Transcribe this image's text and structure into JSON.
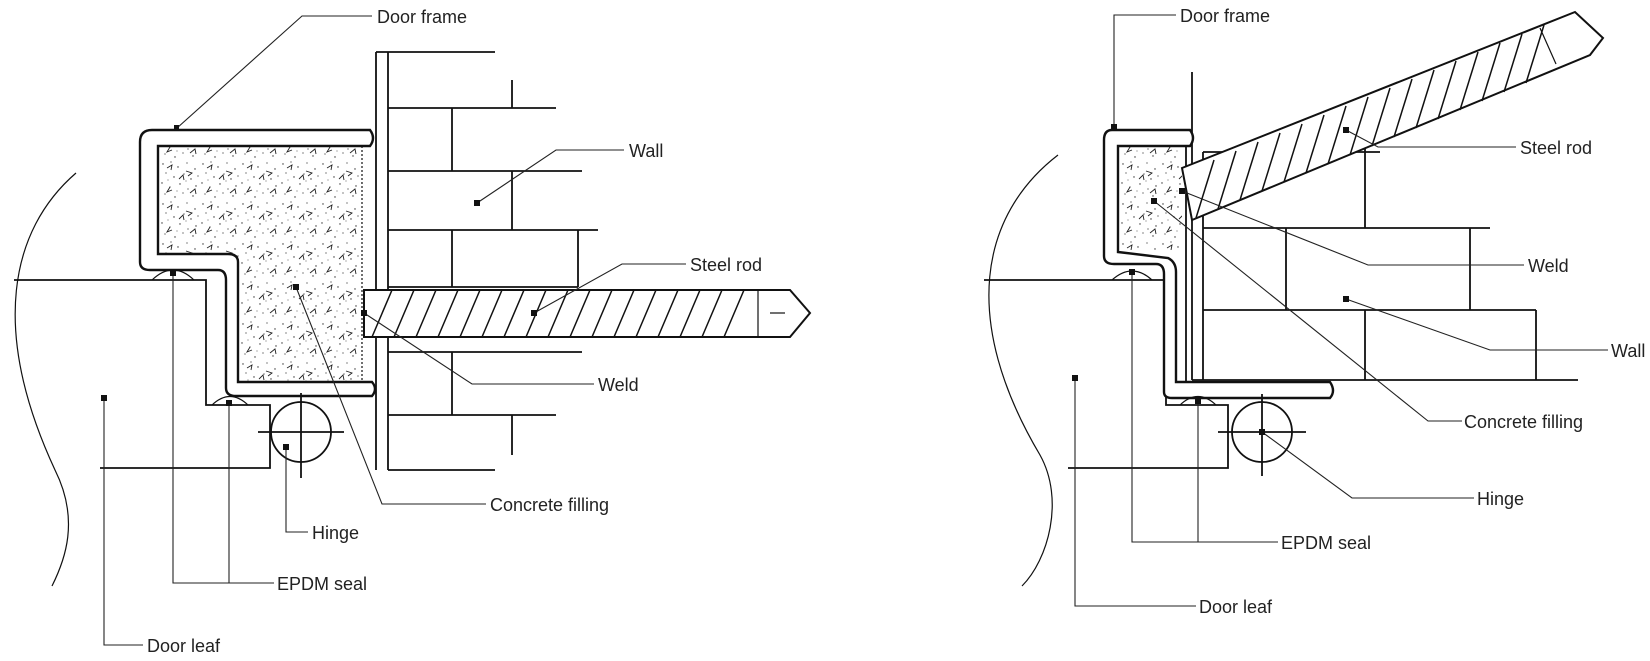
{
  "diagram": {
    "left": {
      "labels": {
        "door_frame": "Door frame",
        "wall": "Wall",
        "steel_rod": "Steel rod",
        "weld": "Weld",
        "concrete_filling": "Concrete filling",
        "hinge": "Hinge",
        "epdm_seal": "EPDM seal",
        "door_leaf": "Door leaf"
      }
    },
    "right": {
      "labels": {
        "door_frame": "Door frame",
        "steel_rod": "Steel rod",
        "weld": "Weld",
        "wall": "Wall",
        "concrete_filling": "Concrete filling",
        "hinge": "Hinge",
        "epdm_seal": "EPDM seal",
        "door_leaf": "Door leaf"
      }
    }
  }
}
